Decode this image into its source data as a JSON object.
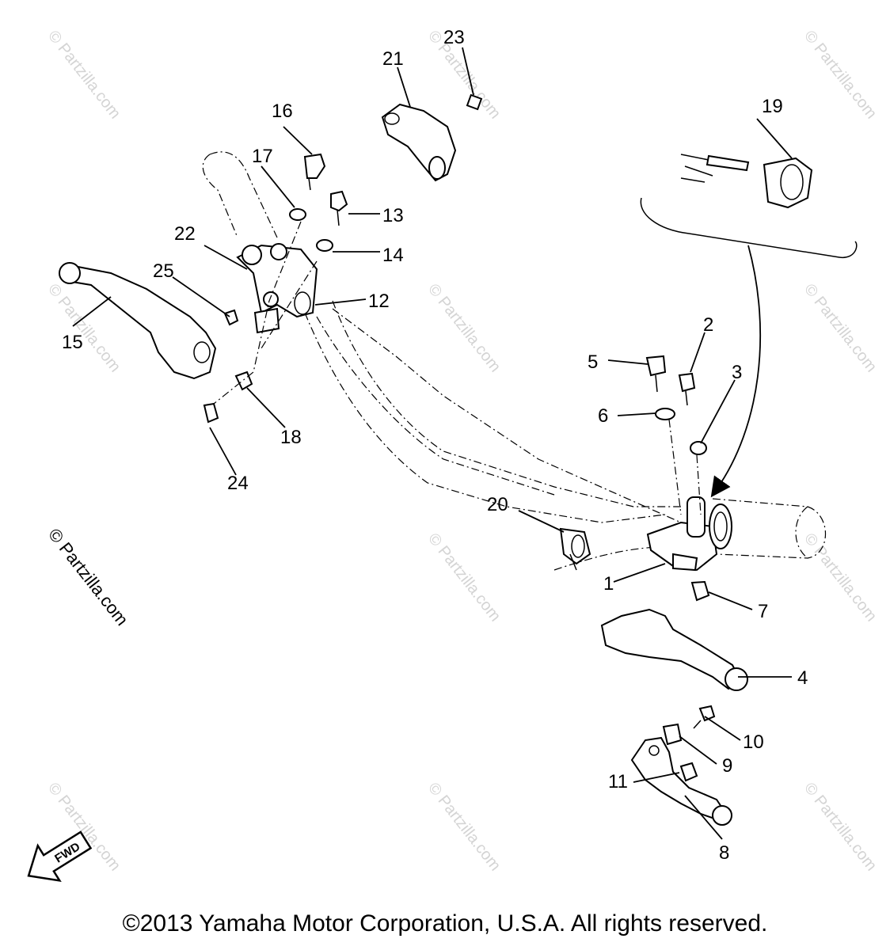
{
  "callouts": [
    "1",
    "2",
    "3",
    "4",
    "5",
    "6",
    "7",
    "8",
    "9",
    "10",
    "11",
    "12",
    "13",
    "14",
    "15",
    "16",
    "17",
    "18",
    "19",
    "20",
    "21",
    "22",
    "23",
    "24",
    "25"
  ],
  "watermark": "© Partzilla.com",
  "side_watermark": "© Partzilla.com",
  "fwd_label": "FWD",
  "copyright": "©2013 Yamaha Motor Corporation, U.S.A. All rights reserved."
}
